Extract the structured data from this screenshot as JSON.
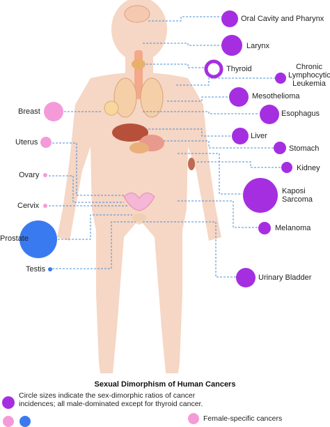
{
  "colors": {
    "male": "#a52fe0",
    "female": "#f59ad8",
    "male_specific": "#3a7af0",
    "body": "#f6d6c4",
    "connector": "#4a8fd6"
  },
  "left_labels": {
    "breast": "Breast",
    "uterus": "Uterus",
    "ovary": "Ovary",
    "cervix": "Cervix",
    "prostate": "Prostate",
    "testis": "Testis"
  },
  "right_labels": {
    "oral": "Oral Cavity and Pharynx",
    "larynx": "Larynx",
    "thyroid": "Thyroid",
    "cll": [
      "Chronic",
      "Lymphocytic",
      "Leukemia"
    ],
    "mesothelioma": "Mesothelioma",
    "esophagus": "Esophagus",
    "liver": "Liver",
    "stomach": "Stomach",
    "kidney": "Kidney",
    "kaposi": [
      "Kaposi",
      "Sarcoma"
    ],
    "melanoma": "Melanoma",
    "bladder": "Urinary Bladder"
  },
  "title": "Sexual Dimorphism of Human Cancers",
  "legend": {
    "male_text": "Circle sizes indicate the sex-dimorphic ratios of cancer incidences; all male-dominated except for thyroid cancer.",
    "female_specific": "Female-specific cancers"
  }
}
